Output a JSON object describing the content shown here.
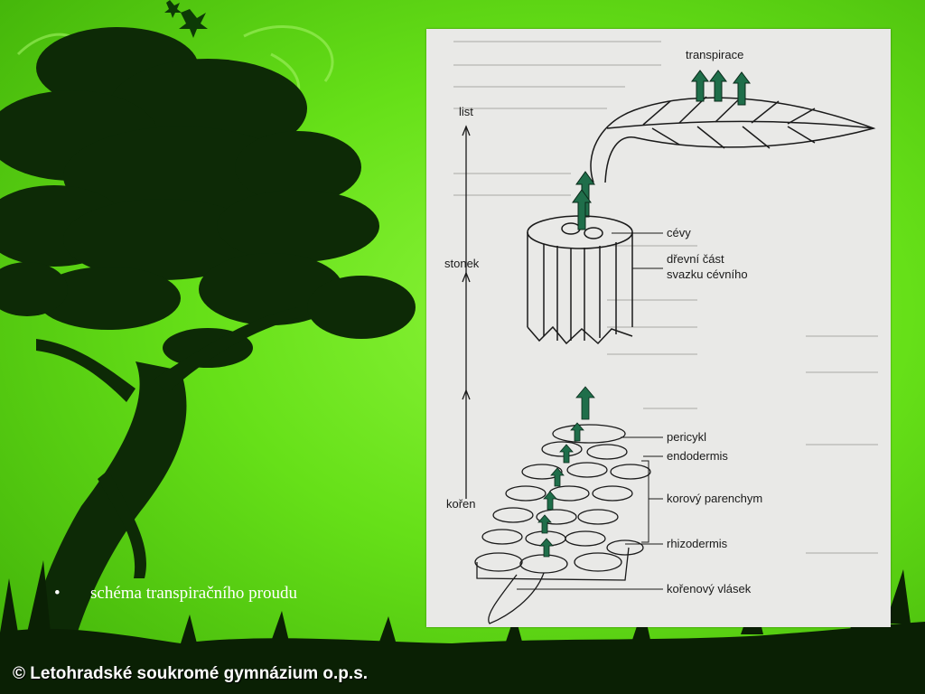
{
  "slide": {
    "bullet_marker": "•",
    "bullet_text": "schéma transpiračního proudu",
    "footer": "© Letohradské soukromé gymnázium o.p.s."
  },
  "figure": {
    "labels": {
      "transpirace": "transpirace",
      "list": "list",
      "stonek": "stonek",
      "koren": "kořen",
      "cevy": "cévy",
      "drevni_1": "dřevní část",
      "drevni_2": "svazku cévního",
      "pericykl": "pericykl",
      "endodermis": "endodermis",
      "korovy": "korový parenchym",
      "rhizodermis": "rhizodermis",
      "vlasek": "kořenový vlásek"
    },
    "arrow_color": "#1f6e4a"
  },
  "colors": {
    "background": "#66e018",
    "silhouette": "#0d2a06"
  }
}
